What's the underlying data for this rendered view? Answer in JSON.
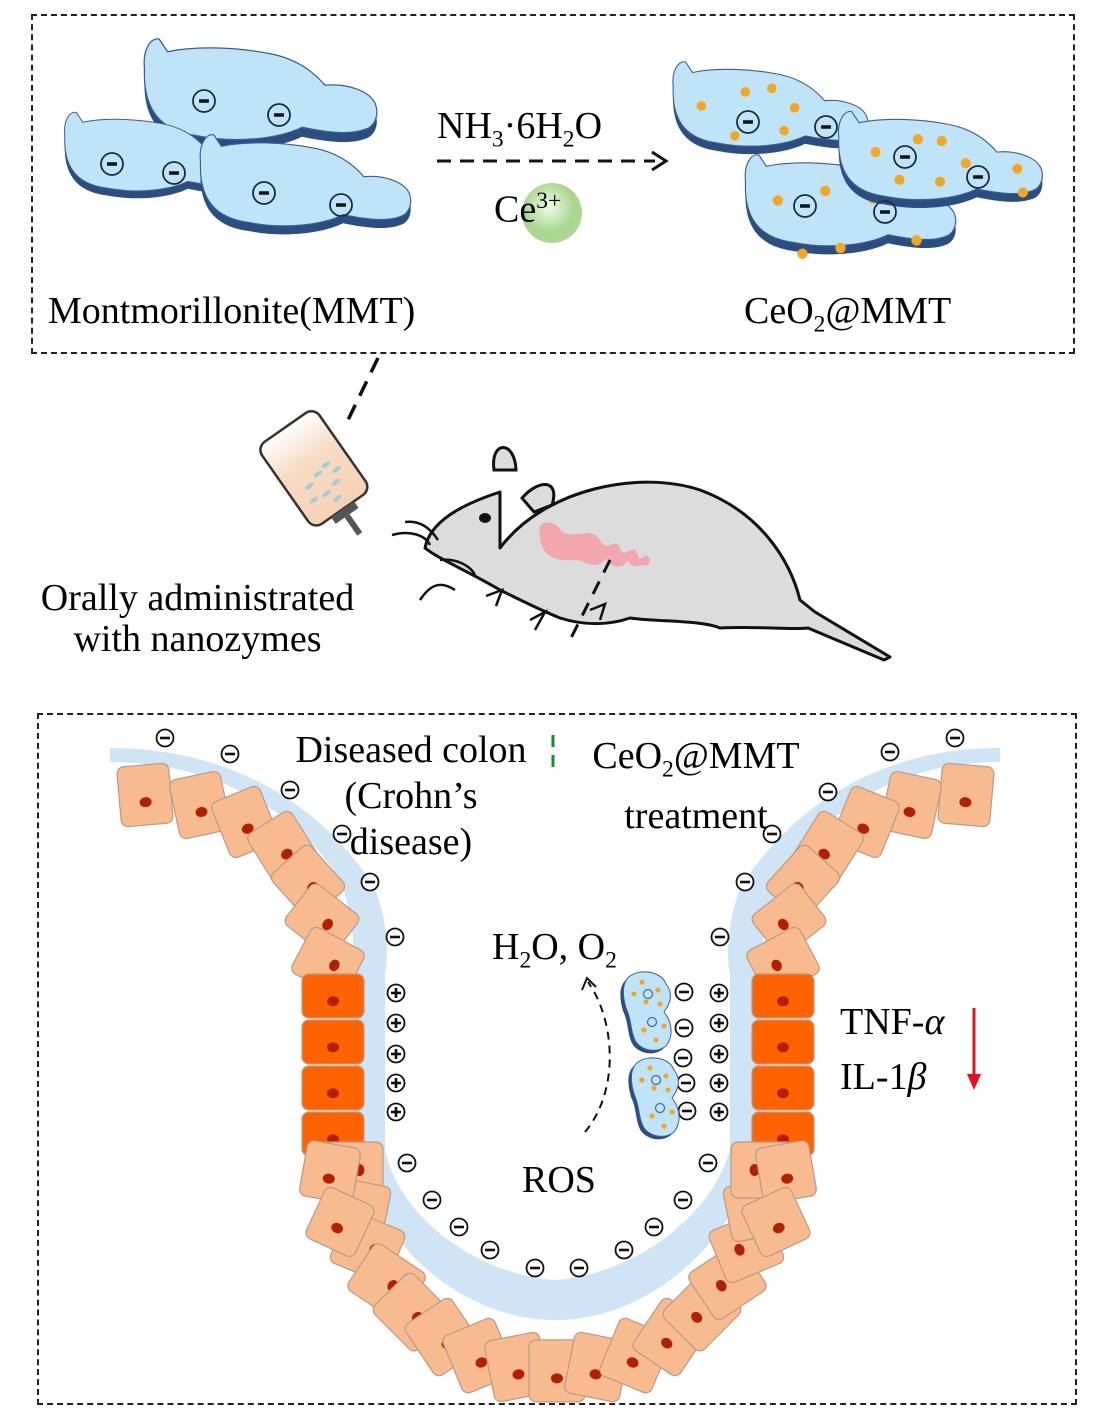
{
  "top_panel": {
    "left_label": "Montmorillonite(MMT)",
    "right_label_pre": "CeO",
    "right_label_sub": "2",
    "right_label_post": "@MMT",
    "reagent": {
      "pre": "NH",
      "sub1": "3",
      "mid": "·6H",
      "sub2": "2",
      "post": "O"
    },
    "ion": {
      "base": "Ce",
      "sup": "3+"
    }
  },
  "middle": {
    "admin_line1": "Orally administrated",
    "admin_line2": "with nanozymes"
  },
  "bottom_panel": {
    "left_title_line1": "Diseased colon",
    "left_title_line2": "(Crohn’s",
    "left_title_line3": "disease)",
    "right_title_pre": "CeO",
    "right_title_sub": "2",
    "right_title_post": "@MMT",
    "right_title_line2": "treatment",
    "products": {
      "a": "H",
      "a_sub": "2",
      "b": "O, O",
      "b_sub": "2"
    },
    "ros": "ROS",
    "cytokine1_pre": "TNF-",
    "cytokine1_greek": "α",
    "cytokine2_pre": "IL-1",
    "cytokine2_greek": "β"
  },
  "colors": {
    "mmt_fill": "#bfe3f7",
    "mmt_edge": "#2c4d80",
    "ceo2_dot": "#f5a623",
    "healthy_cell": "#f8bb90",
    "inflamed_cell": "#ff6200",
    "nucleus": "#b32000",
    "mucus": "#cfe4f5",
    "mouse_fill": "#dcdcdc",
    "gut": "#f4a0a8",
    "down_arrow": "#e8101e",
    "divider": "#1a8a2a"
  }
}
